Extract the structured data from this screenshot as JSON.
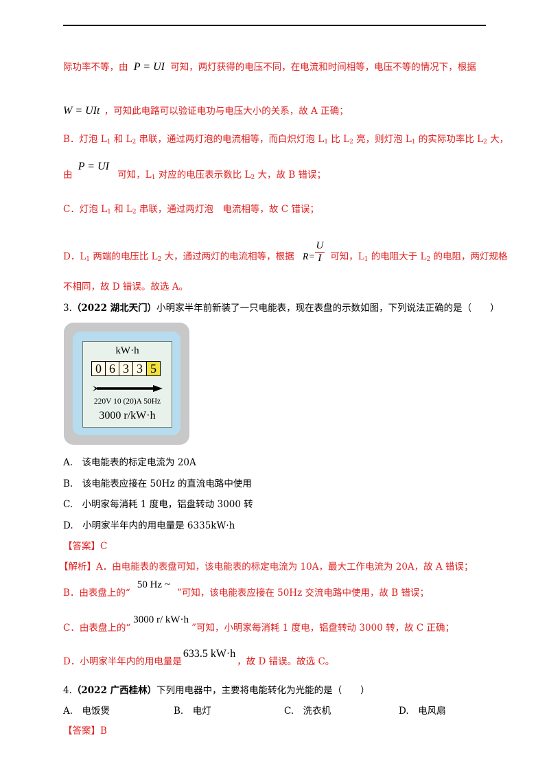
{
  "p1": {
    "l1_a": "际功率不等，由",
    "l1_f": "P = UI",
    "l1_b": "可知，两灯获得的电压不同，在电流和时间相等，电压不等的情况下，根据",
    "l2_f": "W = UIt",
    "l2_b": "，可知此电路可以验证电功与电压大小的关系，故 A 正确；",
    "l3": [
      "B．灯泡 L",
      "1",
      " 和 L",
      "2",
      " 串联，通过两灯泡的电流相等，而白炽灯泡 L",
      "1",
      " 比 L",
      "2",
      " 亮，则灯泡 L",
      "1",
      " 的实际功率比 L",
      "2",
      " 大，"
    ],
    "l4_a": "由",
    "l4_f": "P = UI",
    "l4_b": [
      "可知，L",
      "1",
      " 对应的电压表示数比 L",
      "2",
      " 大，故 B 错误；"
    ],
    "l5": [
      "C．灯泡 L",
      "1",
      " 和 L",
      "2",
      " 串联，通过两灯泡　电流相等，故 C 错误；"
    ],
    "l6_a": [
      "D．L",
      "1",
      " 两端的电压比 L",
      "2",
      " 大，通过两灯的电流相等，根据"
    ],
    "l6_f_r": "R=",
    "l6_f_n": "U",
    "l6_f_d": "I",
    "l6_b": [
      "可知，L",
      "1",
      " 的电阻大于 L",
      "2",
      " 的电阻，两灯规格"
    ],
    "l7": "不相同，故 D 错误。故选 A。"
  },
  "q3": {
    "num": "3.",
    "source": "（2022 湖北天门）",
    "stem": "小明家半年前新装了一只电能表，现在表盘的示数如图，下列说法正确的是（　　）",
    "meter": {
      "unit": "kW·h",
      "digits": [
        "0",
        "6",
        "3",
        "3",
        "5"
      ],
      "spec": "220V  10 (20)A  50Hz",
      "rev": "3000 r/kW·h"
    },
    "options": [
      "A.　该电能表的标定电流为 20A",
      "B.　该电能表应接在 50Hz 的直流电路中使用",
      "C.　小明家每消耗 1 度电，铝盘转动 3000 转",
      "D.　小明家半年内的用电量是 6335kW·h"
    ],
    "answer": "【答案】C",
    "analysis_label": "【解析】",
    "a1": "A．由电能表的表盘可知，该电能表的标定电流为 10A，最大工作电流为 20A，故 A 错误；",
    "b_a": "B．由表盘上的“",
    "b_f": "50 Hz ~",
    "b_b": "”可知，该电能表应接在 50Hz 交流电路中使用，故 B 错误；",
    "c_a": "C．由表盘上的“",
    "c_f": "3000 r/ kW·h",
    "c_b": "”可知，小明家每消耗 1 度电，铝盘转动 3000 转，故 C 正确；",
    "d_a": "D．小明家半年内的用电量是",
    "d_f": "633.5 kW·h",
    "d_b": "，故 D 错误。故选 C。"
  },
  "q4": {
    "num": "4.",
    "source": "（2022 广西桂林）",
    "stem": "下列用电器中，主要将电能转化为光能的是（　　）",
    "options": [
      "A.　电饭煲",
      "B.　电灯",
      "C.　洗衣机",
      "D.　电风扇"
    ],
    "answer": "【答案】B"
  }
}
